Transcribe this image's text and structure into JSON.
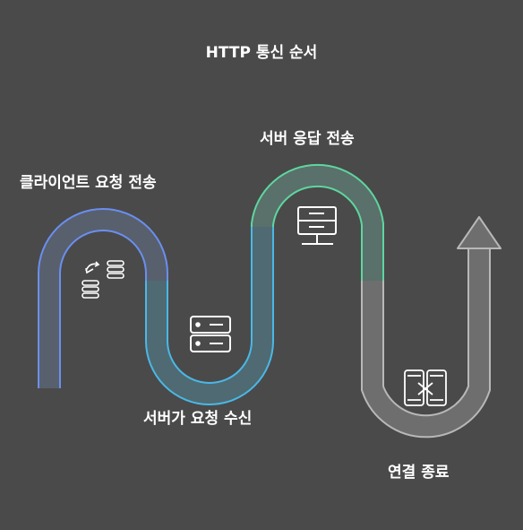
{
  "diagram": {
    "title": "HTTP 통신 순서",
    "steps": [
      {
        "label": "클라이언트 요청 전송",
        "icon": "database-sync-icon",
        "color": "#6b8ff0"
      },
      {
        "label": "서버가 요청 수신",
        "icon": "server-icon",
        "color": "#4ab8e6"
      },
      {
        "label": "서버 응답 전송",
        "icon": "server-monitor-icon",
        "color": "#5ed6a0"
      },
      {
        "label": "연결 종료",
        "icon": "disconnected-phones-icon",
        "color": "#b8b8b8"
      }
    ]
  }
}
